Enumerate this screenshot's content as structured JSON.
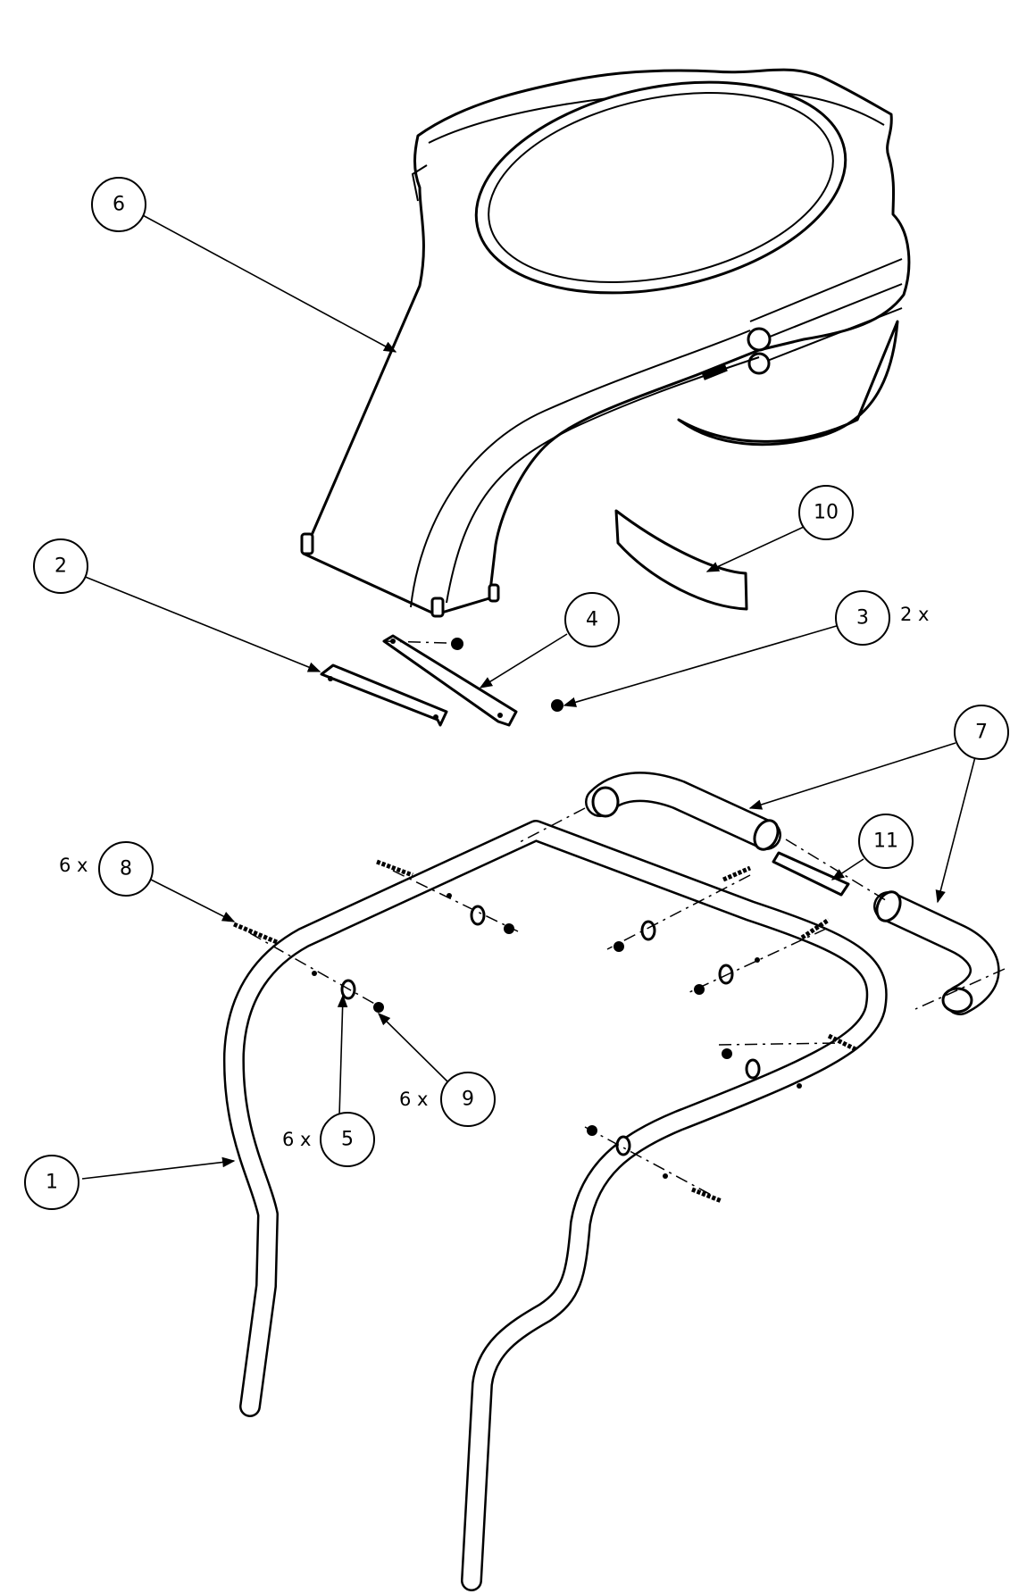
{
  "callouts": [
    {
      "id": "1",
      "label": "1",
      "qty": ""
    },
    {
      "id": "2",
      "label": "2",
      "qty": ""
    },
    {
      "id": "3",
      "label": "3",
      "qty": "2 x"
    },
    {
      "id": "4",
      "label": "4",
      "qty": ""
    },
    {
      "id": "5",
      "label": "5",
      "qty": "6 x"
    },
    {
      "id": "6",
      "label": "6",
      "qty": ""
    },
    {
      "id": "7",
      "label": "7",
      "qty": ""
    },
    {
      "id": "8",
      "label": "8",
      "qty": "6 x"
    },
    {
      "id": "9",
      "label": "9",
      "qty": "6 x"
    },
    {
      "id": "10",
      "label": "10",
      "qty": ""
    },
    {
      "id": "11",
      "label": "11",
      "qty": ""
    }
  ]
}
